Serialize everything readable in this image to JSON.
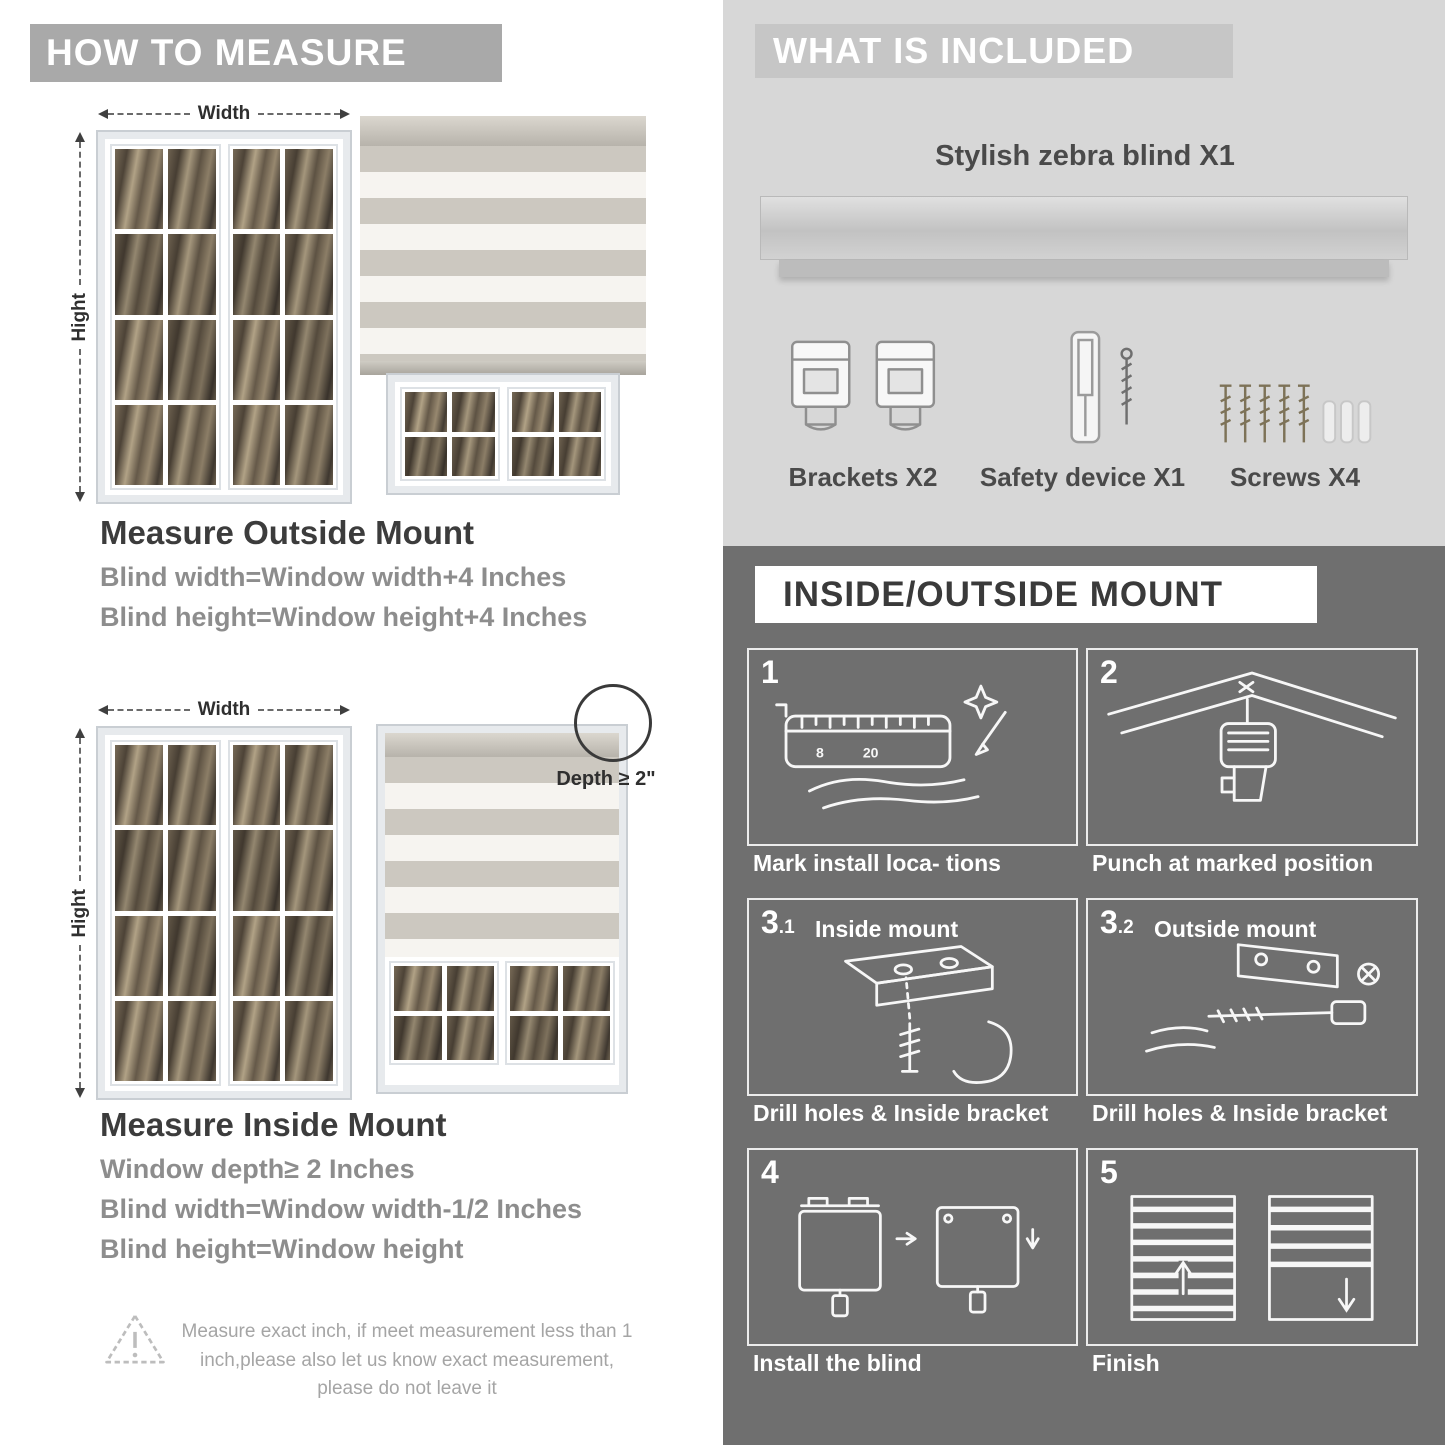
{
  "colors": {
    "left_banner": "#a9a9a9",
    "included_panel": "#d7d7d7",
    "included_banner": "#c6c6c6",
    "mount_panel": "#6f6f6f",
    "heading_text": "#3c3c3c",
    "body_text": "#8d8d8d"
  },
  "left": {
    "header": "HOW TO MEASURE",
    "outside": {
      "width_label": "Width",
      "height_label": "Hight",
      "title": "Measure Outside Mount",
      "line1": "Blind width=Window width+4 Inches",
      "line2": "Blind height=Window height+4 Inches"
    },
    "inside": {
      "width_label": "Width",
      "height_label": "Hight",
      "depth_label": "Depth ≥ 2\"",
      "title": "Measure Inside Mount",
      "line1": "Window depth≥ 2 Inches",
      "line2": "Blind width=Window width-1/2 Inches",
      "line3": "Blind height=Window height"
    },
    "warning": {
      "icon": "warning-triangle-icon",
      "text": "Measure exact inch, if meet measurement less than 1 inch,please also let us know exact measurement, please do not leave it"
    }
  },
  "included": {
    "header": "WHAT IS INCLUDED",
    "product": "Stylish zebra blind X1",
    "items": [
      {
        "label": "Brackets X2",
        "icon": "brackets-icon"
      },
      {
        "label": "Safety device X1",
        "icon": "safety-device-icon"
      },
      {
        "label": "Screws X4",
        "icon": "screws-anchors-icon"
      }
    ]
  },
  "mount": {
    "header": "INSIDE/OUTSIDE MOUNT",
    "steps": [
      {
        "num": "1",
        "sub": "",
        "label": "",
        "caption": "Mark install loca- tions",
        "icon": "tape-measure-marking-illustration",
        "tape_numbers": [
          "8",
          "20"
        ]
      },
      {
        "num": "2",
        "sub": "",
        "label": "",
        "caption": "Punch at  marked position",
        "icon": "drill-ceiling-illustration"
      },
      {
        "num": "3",
        "sub": ".1",
        "label": "Inside mount",
        "caption": "Drill holes &  Inside bracket",
        "icon": "bracket-screw-illustration"
      },
      {
        "num": "3",
        "sub": ".2",
        "label": "Outside mount",
        "caption": "Drill holes &  Inside bracket",
        "icon": "bracket-drill-illustration"
      },
      {
        "num": "4",
        "sub": "",
        "label": "",
        "caption": "Install the blind",
        "icon": "install-blind-illustration"
      },
      {
        "num": "5",
        "sub": "",
        "label": "",
        "caption": "Finish",
        "icon": "finished-blinds-illustration"
      }
    ]
  }
}
